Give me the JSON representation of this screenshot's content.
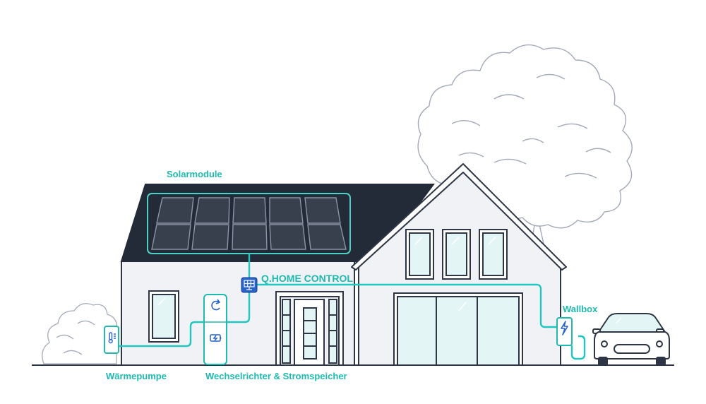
{
  "labels": {
    "solar_modules": "Solarmodule",
    "home_control": "Q.HOME CONTROL",
    "wallbox": "Wallbox",
    "heat_pump": "Wärmepumpe",
    "inverter_storage": "Wechselrichter & Stromspeicher"
  },
  "icons": {
    "control": "solar-panel-icon",
    "inverter": "refresh-icon",
    "battery": "battery-charge-icon",
    "heat_pump": "thermometer-icon",
    "wallbox": "lightning-icon"
  },
  "colors": {
    "accent": "#1fb9b0",
    "connection_line": "#1fc7c0",
    "roof": "#242b38",
    "outline": "#2e3645",
    "wall": "#f1f2f6",
    "glass": "#e3f6f5",
    "panel": "#38404d",
    "control_box": "#2763c8",
    "tree_outline": "#a3a9b8"
  }
}
